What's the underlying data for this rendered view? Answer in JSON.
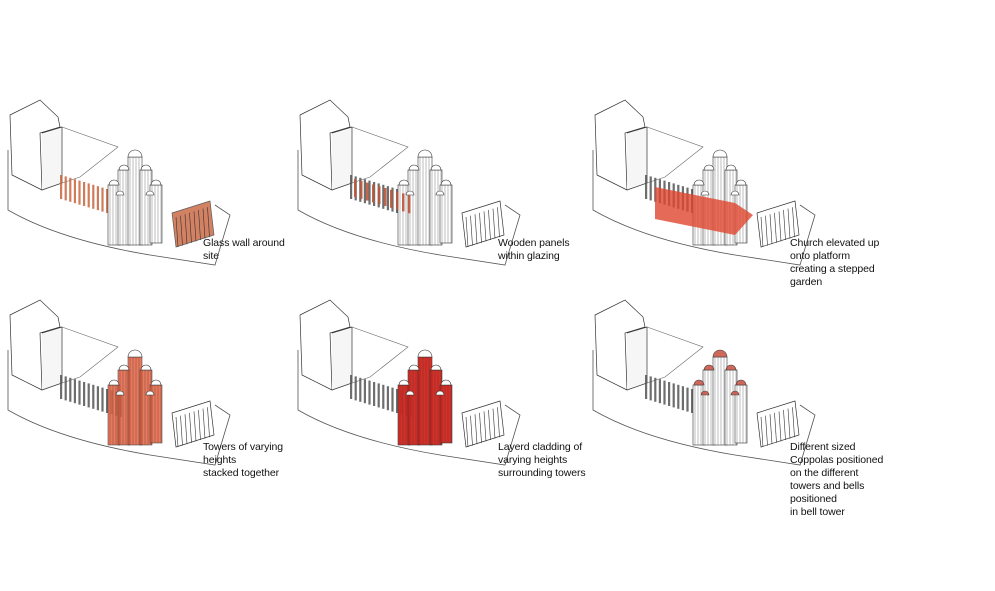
{
  "panels": [
    {
      "caption": "Glass wall around site",
      "theme": "glass-wall",
      "color": "#c8643c"
    },
    {
      "caption": "Wooden panels within glazing",
      "theme": "wood-panels",
      "color": "#b9573a"
    },
    {
      "caption": "Church elevated up onto platform\ncreating a stepped garden",
      "theme": "platform",
      "color": "#e0452e"
    },
    {
      "caption": "Towers of varying heights\nstacked together",
      "theme": "towers",
      "color": "#e8613f"
    },
    {
      "caption": "Layerd cladding of varying heights\nsurrounding towers",
      "theme": "cladding",
      "color": "#d7221b"
    },
    {
      "caption": "Different sized Coppolas positioned\non the different towers and bells positioned\nin bell tower",
      "theme": "cupolas",
      "color": "#c9584a"
    }
  ]
}
